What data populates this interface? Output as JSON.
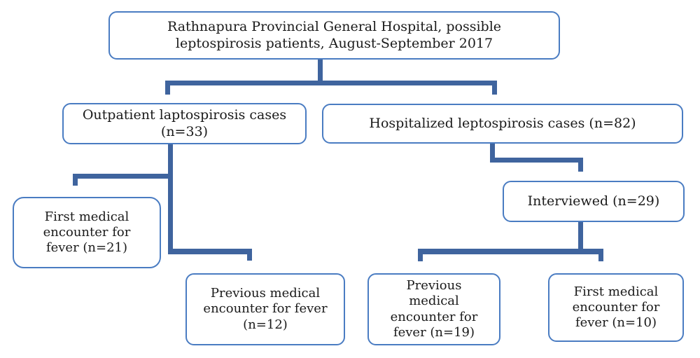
{
  "diagram": {
    "colors": {
      "box_border": "#4a7cc2",
      "connector": "#3f649e",
      "text": "#1a1a1a",
      "background": "#ffffff"
    },
    "nodes": {
      "root": {
        "label": "Rathnapura Provincial General Hospital, possible\nleptospirosis patients, August-September 2017",
        "n": null
      },
      "outpatient": {
        "label": "Outpatient laptospirosis cases\n(n=33)",
        "n": 33
      },
      "hospitalized": {
        "label": "Hospitalized leptospirosis cases (n=82)",
        "n": 82
      },
      "interviewed": {
        "label": "Interviewed (n=29)",
        "n": 29
      },
      "first_encounter_outpatient": {
        "label": "First medical\nencounter for\nfever (n=21)",
        "n": 21
      },
      "previous_encounter_outpatient": {
        "label": "Previous medical\nencounter for fever\n(n=12)",
        "n": 12
      },
      "previous_encounter_hospitalized": {
        "label": "Previous\nmedical\nencounter for\nfever (n=19)",
        "n": 19
      },
      "first_encounter_hospitalized": {
        "label": "First medical\nencounter for\nfever (n=10)",
        "n": 10
      }
    }
  }
}
